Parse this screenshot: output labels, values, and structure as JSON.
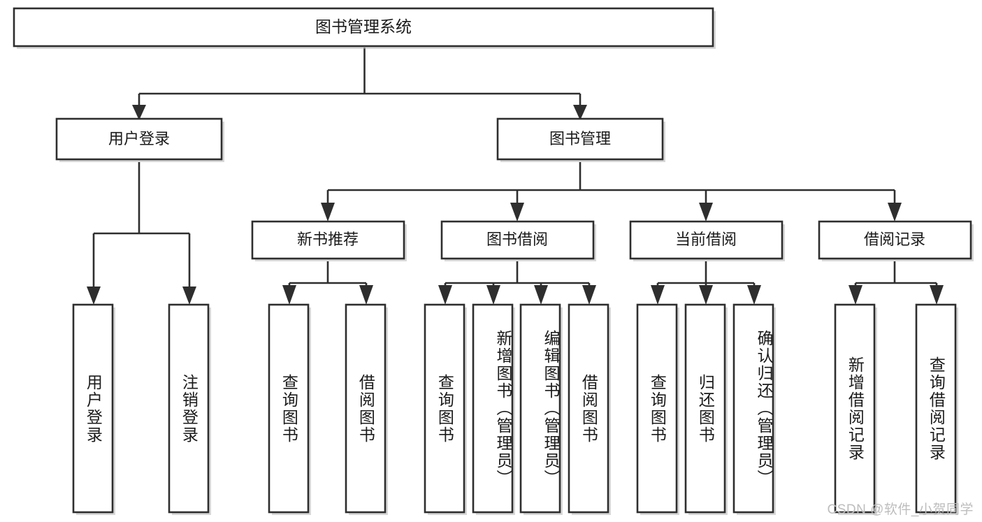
{
  "diagram": {
    "title_node": {
      "label": "图书管理系统"
    },
    "level2": [
      {
        "id": "user-login",
        "label": "用户登录"
      },
      {
        "id": "book-management",
        "label": "图书管理"
      }
    ],
    "level3": [
      {
        "id": "new-book-recommend",
        "label": "新书推荐"
      },
      {
        "id": "book-borrow",
        "label": "图书借阅"
      },
      {
        "id": "current-borrow",
        "label": "当前借阅"
      },
      {
        "id": "borrow-record",
        "label": "借阅记录"
      }
    ],
    "leaves": {
      "user_login": [
        {
          "id": "leaf-user-login",
          "label": "用户登录"
        },
        {
          "id": "leaf-logout-login",
          "label": "注销登录"
        }
      ],
      "new_book_recommend": [
        {
          "id": "leaf-query-book-1",
          "label": "查询图书"
        },
        {
          "id": "leaf-borrow-book-1",
          "label": "借阅图书"
        }
      ],
      "book_borrow": [
        {
          "id": "leaf-query-book-2",
          "label": "查询图书"
        },
        {
          "id": "leaf-add-book",
          "label": "新增图书（管理员）"
        },
        {
          "id": "leaf-edit-book",
          "label": "编辑图书（管理员）"
        },
        {
          "id": "leaf-borrow-book-2",
          "label": "借阅图书"
        }
      ],
      "current_borrow": [
        {
          "id": "leaf-query-book-3",
          "label": "查询图书"
        },
        {
          "id": "leaf-return-book",
          "label": "归还图书"
        },
        {
          "id": "leaf-confirm-return",
          "label": "确认归还（管理员）"
        }
      ],
      "borrow_record": [
        {
          "id": "leaf-add-record",
          "label": "新增借阅记录"
        },
        {
          "id": "leaf-query-record",
          "label": "查询借阅记录"
        }
      ]
    },
    "watermark": "CSDN @软件_小贺同学",
    "colors": {
      "stroke": "#2e2e2e",
      "fill": "#ffffff",
      "text": "#1a1a1a",
      "watermark": "#bdbdbd"
    }
  }
}
